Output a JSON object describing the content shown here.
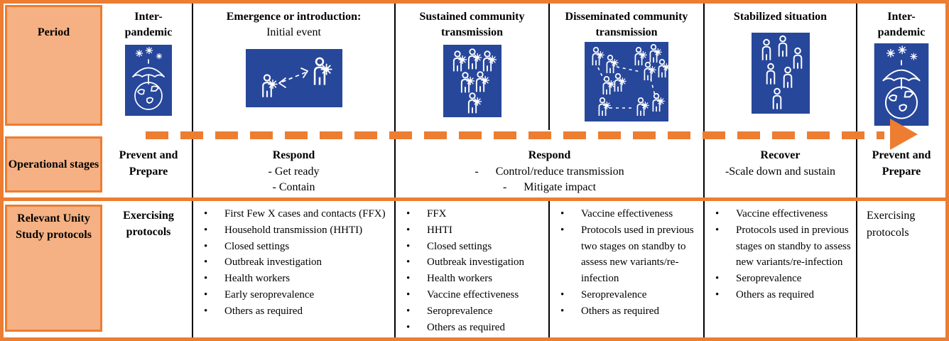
{
  "colors": {
    "accent_orange": "#ED7D31",
    "light_orange_fill": "#F5B183",
    "icon_blue": "#27479B",
    "line_black": "#000000"
  },
  "row_headers": {
    "period": "Period",
    "operational": "Operational stages",
    "protocols": "Relevant Unity Study protocols"
  },
  "periods": [
    {
      "title": "Inter-pandemic",
      "subtitle": "",
      "icon": "umbrella-globe-virus-icon"
    },
    {
      "title": "Emergence or introduction:",
      "subtitle": "Initial event",
      "icon": "person-to-person-transmission-icon"
    },
    {
      "title": "Sustained community transmission",
      "subtitle": "",
      "icon": "infected-group-icon"
    },
    {
      "title": "Disseminated community transmission",
      "subtitle": "",
      "icon": "infected-clusters-icon"
    },
    {
      "title": "Stabilized situation",
      "subtitle": "",
      "icon": "healthy-group-icon"
    },
    {
      "title": "Inter-pandemic",
      "subtitle": "",
      "icon": "umbrella-globe-virus-icon"
    }
  ],
  "stages": [
    {
      "name": "Prevent and Prepare",
      "details": []
    },
    {
      "name": "Respond",
      "details": [
        "- Get ready",
        "- Contain"
      ]
    },
    {
      "name": "Respond",
      "details": [
        "-      Control/reduce transmission",
        "-      Mitigate impact"
      ]
    },
    {
      "name": "Recover",
      "details": [
        "-Scale down and sustain"
      ]
    },
    {
      "name": "Prevent and Prepare",
      "details": []
    }
  ],
  "protocols": {
    "interpandemic_start": "Exercising protocols",
    "emergence": [
      "First Few X cases and contacts (FFX)",
      "Household transmission (HHTI)",
      "Closed settings",
      "Outbreak investigation",
      "Health workers",
      "Early seroprevalence",
      "Others as required"
    ],
    "sustained": [
      "FFX",
      "HHTI",
      "Closed settings",
      "Outbreak investigation",
      "Health workers",
      "Vaccine effectiveness",
      "Seroprevalence",
      "Others as required"
    ],
    "disseminated": [
      "Vaccine effectiveness",
      "Protocols used in previous two stages on standby to assess new variants/re-infection",
      "Seroprevalence",
      "Others as required"
    ],
    "stabilized": [
      "Vaccine effectiveness",
      "Protocols used in previous stages on standby to assess new variants/re-infection",
      "Seroprevalence",
      "Others as required"
    ],
    "interpandemic_end": "Exercising protocols"
  },
  "timeline_arrow": {
    "style": "dashed",
    "color": "#ED7D31",
    "direction": "right"
  }
}
